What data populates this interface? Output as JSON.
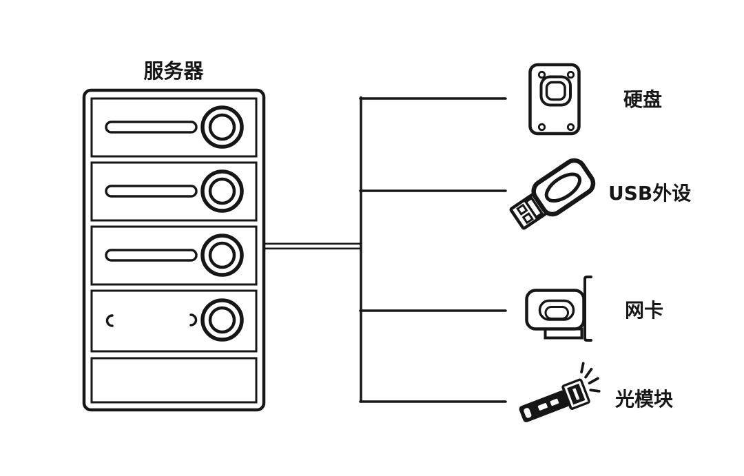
{
  "diagram": {
    "background": "#ffffff",
    "line_color": "#161616",
    "server": {
      "label": "服务器",
      "drive_bays": 4
    },
    "peripherals": [
      {
        "icon": "hard-disk-icon",
        "label": "硬盘"
      },
      {
        "icon": "usb-device-icon",
        "label": "USB外设"
      },
      {
        "icon": "network-card-icon",
        "label": "网卡"
      },
      {
        "icon": "optical-module-icon",
        "label": "光模块"
      }
    ]
  }
}
